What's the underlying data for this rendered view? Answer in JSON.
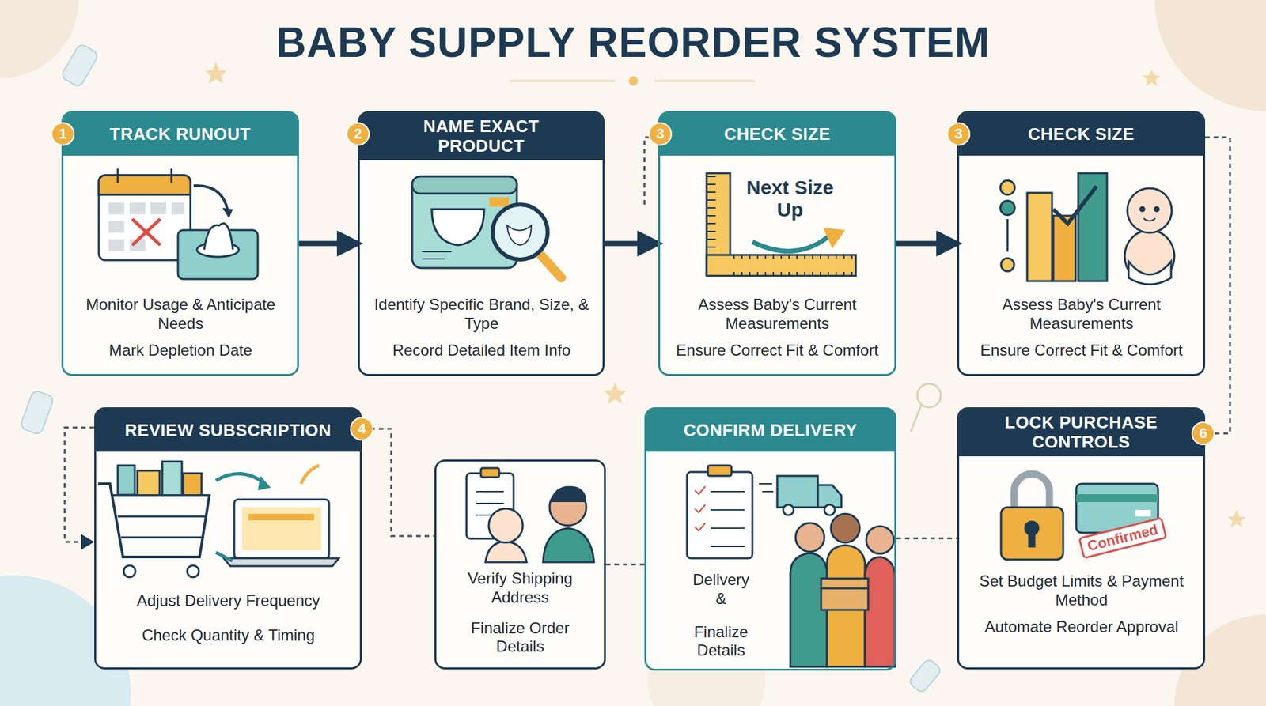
{
  "diagram": {
    "title": "BABY SUPPLY REORDER SYSTEM",
    "nodes": [
      {
        "text": [
          "TRACK RUNOUT",
          "Monitor Usage & Anticipate Needs",
          "Mark Depletion Date"
        ]
      },
      {
        "text": [
          "NAME EXACT PRODUCT",
          "Identify Specific Brand, Size, & Type",
          "Record Detailed Item Info"
        ]
      },
      {
        "text": [
          "CHECK SIZE",
          "Assess Baby's Current Measurements",
          "Ensure Correct Fit & Comfort"
        ]
      },
      {
        "text": [
          "CHECK SIZE",
          "Assess Baby's Current Measurements",
          "Ensure Correct Fit & Comfort"
        ]
      },
      {
        "text": [
          "REVIEW SUBSCRIPTION",
          "Adjust Delivery Frequency",
          "Check Quantity & Timing"
        ]
      },
      {
        "text": [
          "Verify Shipping Address",
          "Finalize Order Details"
        ]
      },
      {
        "text": [
          "CONFIRM DELIVERY",
          "Delivery &",
          "Finalize Details"
        ]
      },
      {
        "text": [
          "LOCK PURCHASE CONTROLS",
          "Set Budget Limits & Payment Method",
          "Automate Reorder Approval"
        ]
      }
    ],
    "edges": [
      {
        "from": 0,
        "to": 1,
        "arrow": "to"
      },
      {
        "from": 1,
        "to": 2,
        "arrow": "to"
      },
      {
        "from": 2,
        "to": 3,
        "arrow": "to"
      },
      {
        "from": 3,
        "to": 7,
        "arrow": "none"
      },
      {
        "from": 6,
        "to": 7,
        "arrow": "none"
      },
      {
        "from": 5,
        "to": 6,
        "arrow": "none"
      },
      {
        "from": 4,
        "to": 5,
        "arrow": "none"
      }
    ],
    "labels": [
      "1",
      "2",
      "3",
      "3",
      "4",
      "6",
      "Next Size Up",
      "Confirmed"
    ]
  }
}
